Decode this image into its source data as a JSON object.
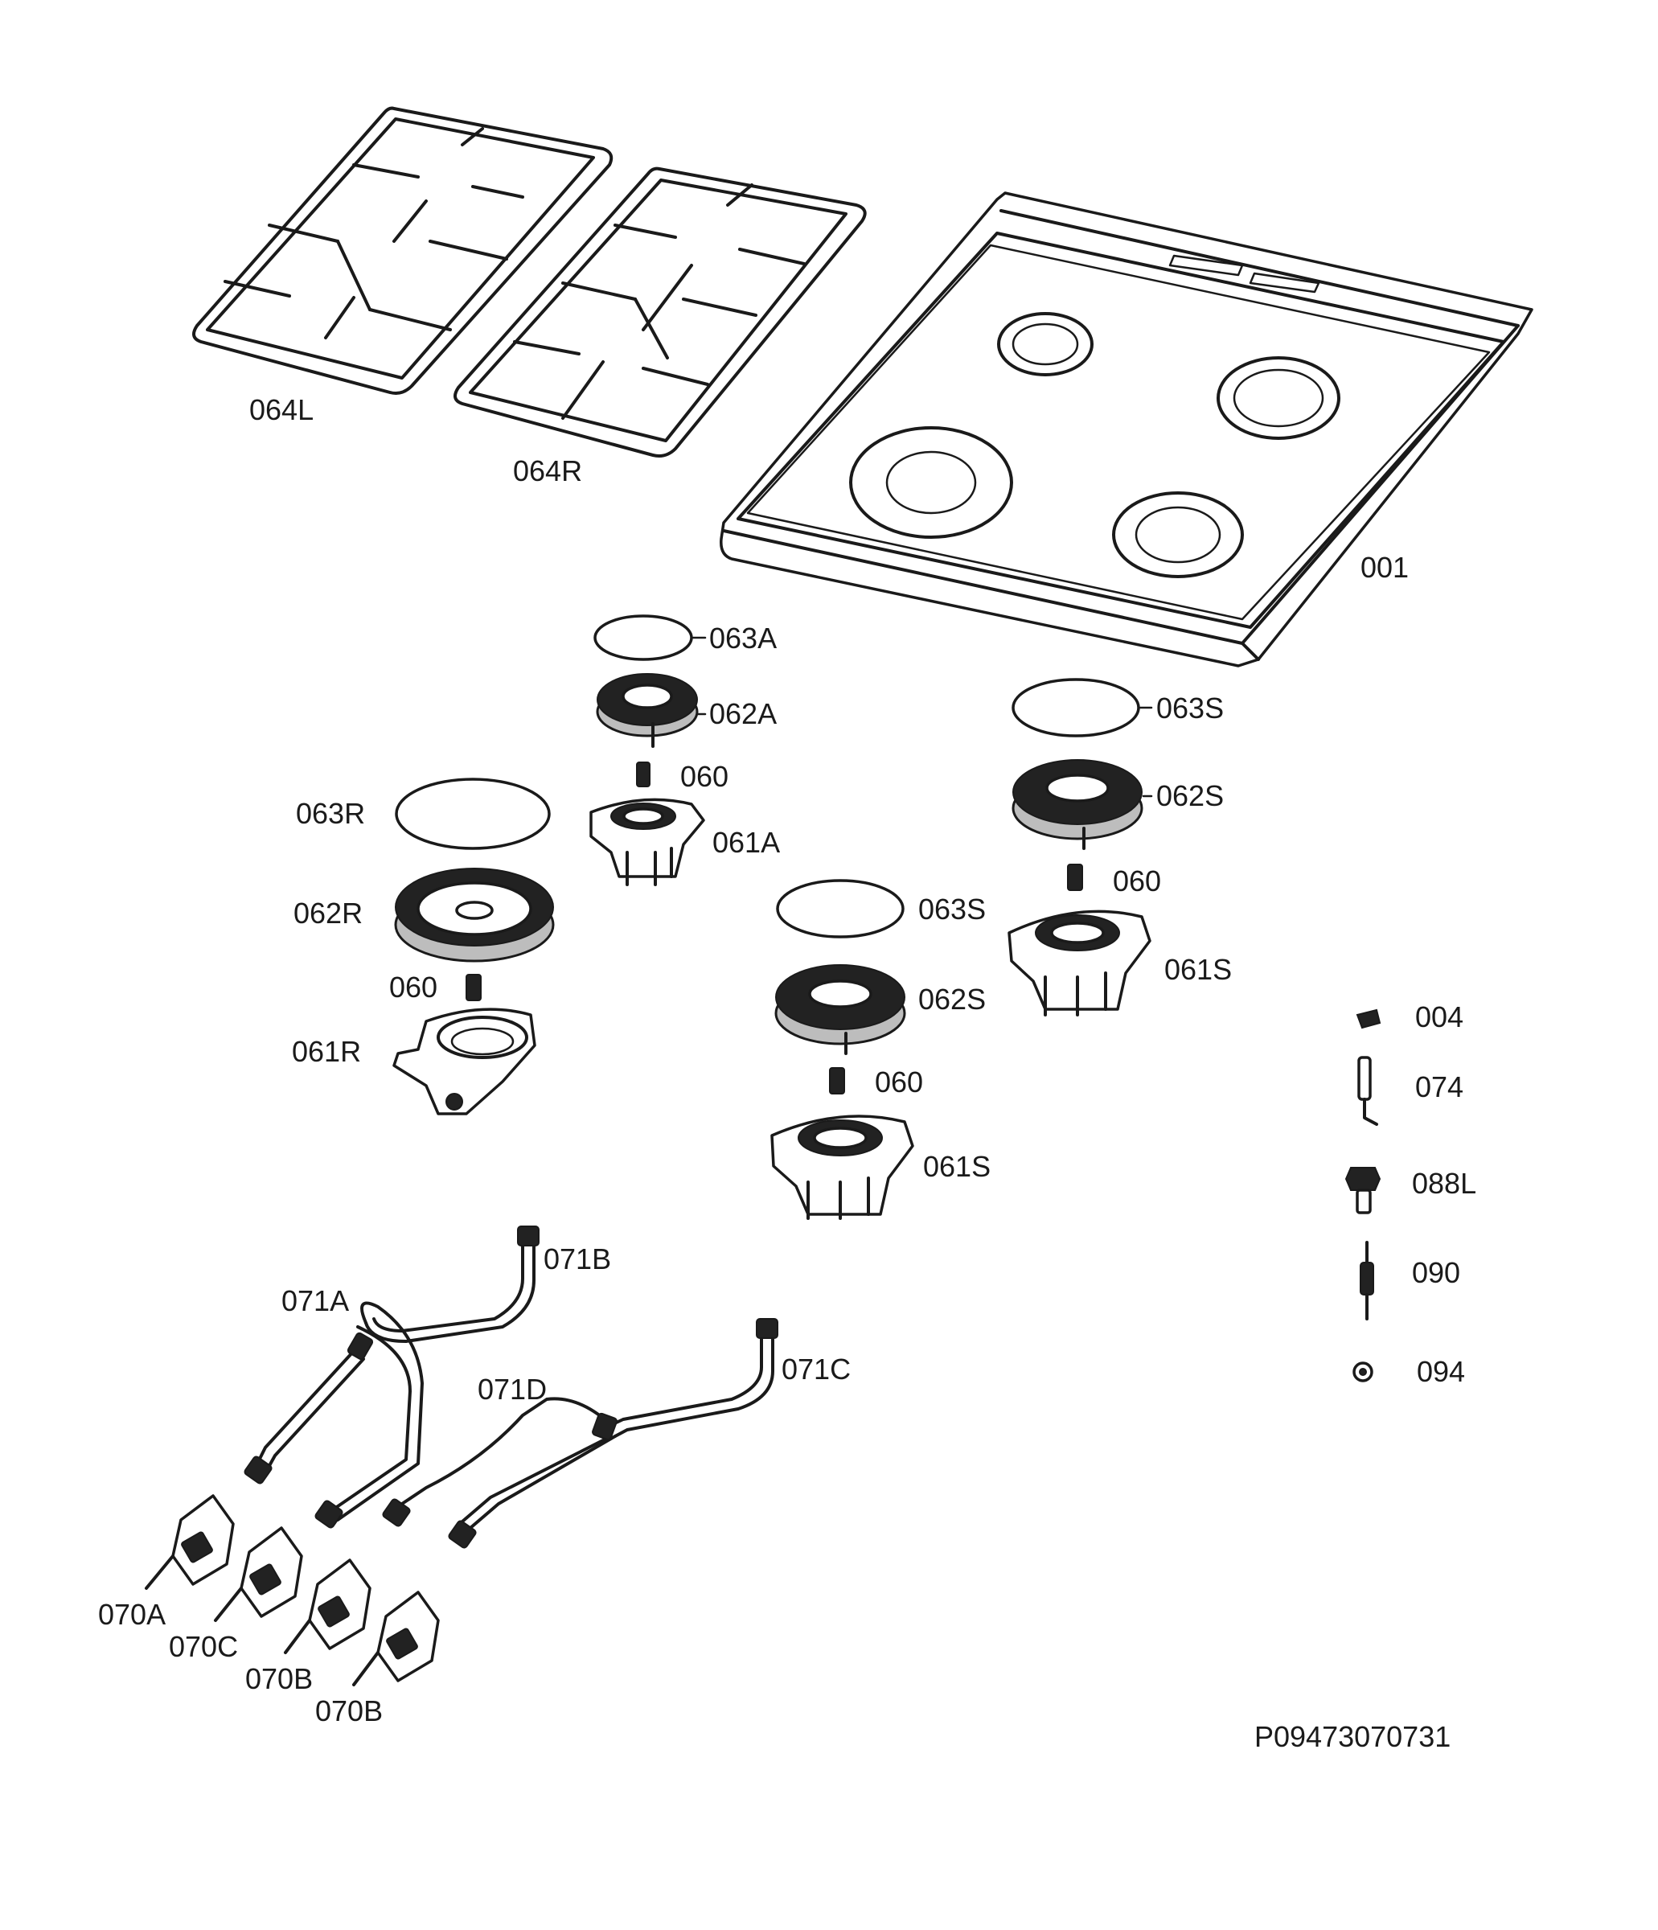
{
  "labels": {
    "l064L": "064L",
    "l064R": "064R",
    "l001": "001",
    "l063A": "063A",
    "l062A": "062A",
    "l060a": "060",
    "l061A": "061A",
    "l063S_right": "063S",
    "l062S_right": "062S",
    "l060_right": "060",
    "l061S_right": "061S",
    "l063R": "063R",
    "l062R": "062R",
    "l060_left": "060",
    "l061R": "061R",
    "l063S_mid": "063S",
    "l062S_mid": "062S",
    "l060_mid": "060",
    "l061S_mid": "061S",
    "l004": "004",
    "l074": "074",
    "l088L": "088L",
    "l090": "090",
    "l094": "094",
    "l071A": "071A",
    "l071B": "071B",
    "l071C": "071C",
    "l071D": "071D",
    "l070A": "070A",
    "l070C": "070C",
    "l070B_1": "070B",
    "l070B_2": "070B"
  },
  "reference_code": "P09473070731"
}
